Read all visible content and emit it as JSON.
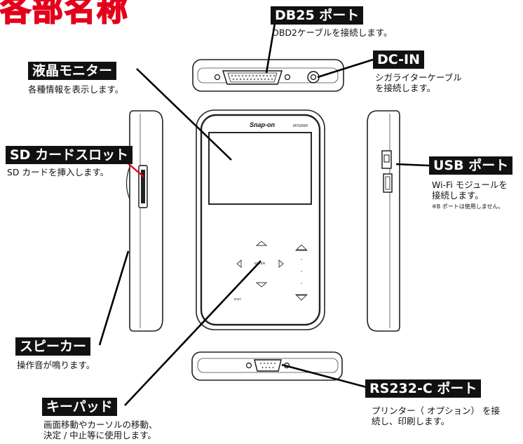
{
  "title": "各部名称",
  "device": {
    "brand": "Snap-on",
    "model": "MT62000",
    "key_enter": "ENTER",
    "key_exit": "EXIT"
  },
  "callouts": {
    "db25": {
      "label": "DB25 ポート",
      "desc": "OBD2ケーブルを接続します。"
    },
    "dcin": {
      "label": "DC-IN",
      "desc_line1": "シガライターケーブル",
      "desc_line2": "を接続します。"
    },
    "lcd": {
      "label": "液晶モニター",
      "desc": "各種情報を表示します。"
    },
    "sd": {
      "label": "SD カードスロット",
      "desc": "SD カードを挿入します。"
    },
    "usb": {
      "label": "USB ポート",
      "desc_line1": "Wi-Fi モジュールを",
      "desc_line2": "接続します。",
      "note": "※B ポートは使用しません。"
    },
    "speaker": {
      "label": "スピーカー",
      "desc": "操作音が鳴ります。"
    },
    "keypad": {
      "label": "キーパッド",
      "desc_line1": "画面移動やカーソルの移動、",
      "desc_line2": "決定 / 中止等に使用します。"
    },
    "rs232": {
      "label": "RS232-C ポート",
      "desc_line1": "プリンター（ オプション） を接",
      "desc_line2": "続し、印刷します。"
    }
  },
  "colors": {
    "title": "#e4001b",
    "label_bg": "#111111",
    "label_text": "#ffffff",
    "sd_line": "#e4001b",
    "line": "#000000"
  }
}
